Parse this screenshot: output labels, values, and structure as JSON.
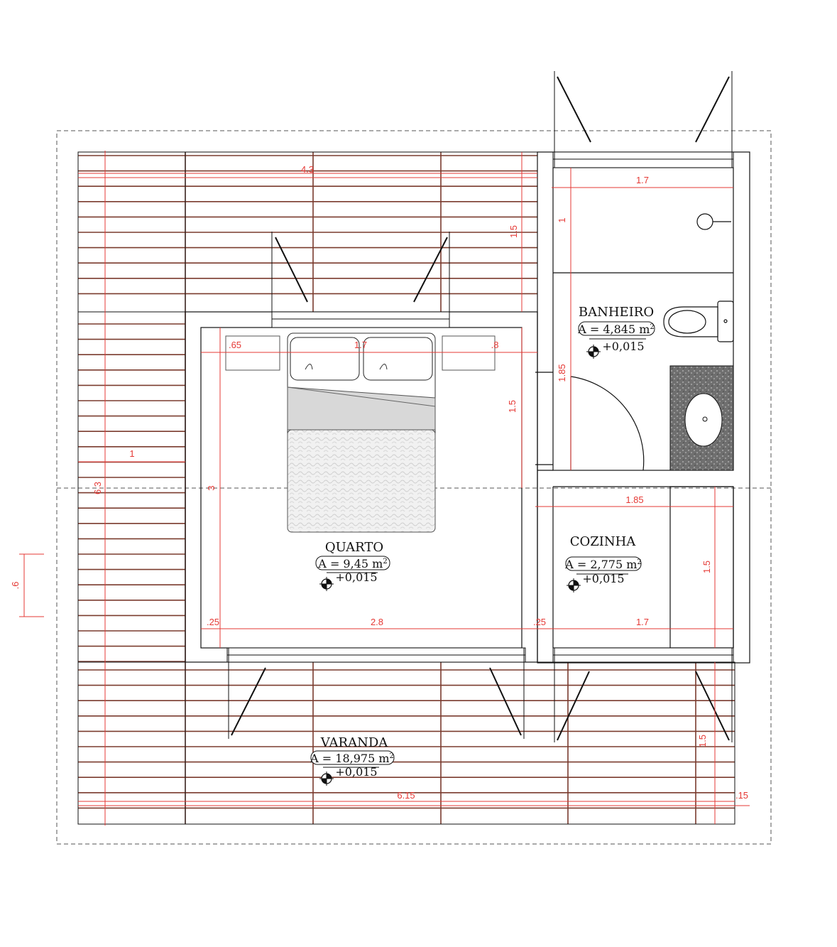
{
  "colors": {
    "deck": "#7a3b2e",
    "wall": "#111111",
    "dimension": "#e53935",
    "dashed": "#666666",
    "granite": "#777777"
  },
  "rooms": {
    "banheiro": {
      "name": "BANHEIRO",
      "area": "A = 4,845 m",
      "level": "+0,015"
    },
    "quarto": {
      "name": "QUARTO",
      "area": "A = 9,45 m",
      "level": "+0,015"
    },
    "cozinha": {
      "name": "COZINHA",
      "area": "A = 2,775 m",
      "level": "+0,015"
    },
    "varanda": {
      "name": "VARANDA",
      "area": "A = 18,975 m",
      "level": "+0,015"
    }
  },
  "area_unit_exp": "2",
  "dimensions": {
    "top_width": "4.3",
    "top_depth": "1.5",
    "bath_width": "1.7",
    "bath_shower": "1",
    "bath_depth": "1.85",
    "side_width": "1",
    "total_depth": "6.3",
    "offset": ".6",
    "nightstand_left": ".65",
    "bed_width": "1.7",
    "nightstand_right": ".8",
    "bed_zone": "1.5",
    "bed_depth": "3",
    "kitchen_width": "1.85",
    "kitchen_depth": "1.5",
    "wall_left": ".25",
    "front_width": "2.8",
    "wall_mid": ".25",
    "front_right": "1.7",
    "porch_depth": "1.5",
    "total_width": "6.15",
    "edge": ".15"
  }
}
